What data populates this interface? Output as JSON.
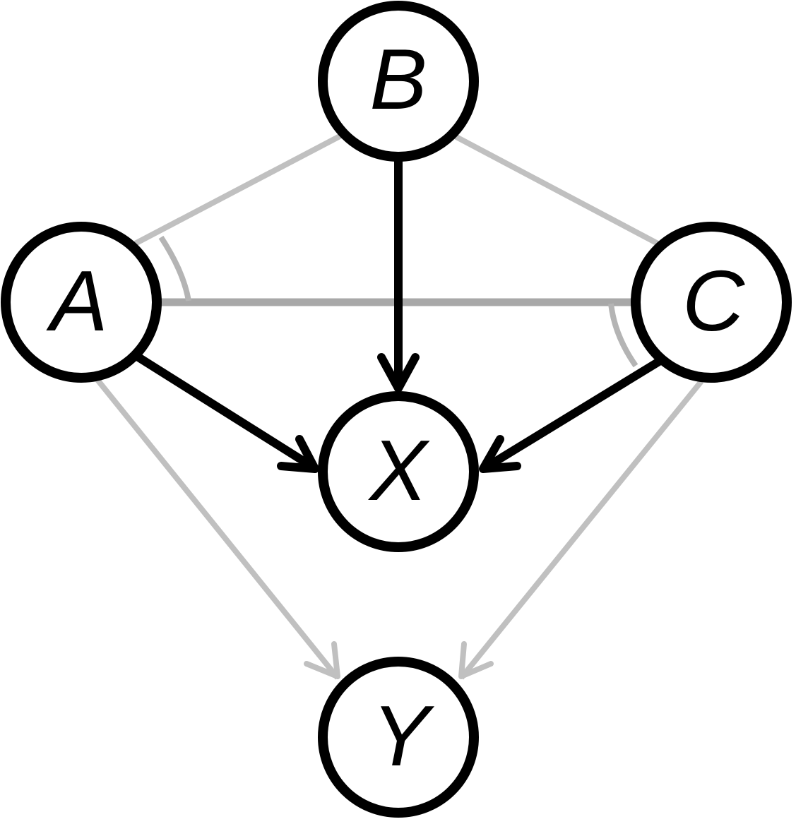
{
  "diagram": {
    "colors": {
      "node_stroke": "#000000",
      "directed_edge": "#000000",
      "faded_edge": "#c0c0c0",
      "undirected_edge": "#a8a8a8",
      "background": "#ffffff"
    },
    "nodes": [
      {
        "id": "B",
        "label": "B"
      },
      {
        "id": "A",
        "label": "A"
      },
      {
        "id": "C",
        "label": "C"
      },
      {
        "id": "X",
        "label": "X"
      },
      {
        "id": "Y",
        "label": "Y"
      }
    ],
    "edges": [
      {
        "from": "B",
        "to": "X",
        "style": "directed-black"
      },
      {
        "from": "A",
        "to": "X",
        "style": "directed-black"
      },
      {
        "from": "C",
        "to": "X",
        "style": "directed-black"
      },
      {
        "from": "A",
        "to": "Y",
        "style": "directed-gray"
      },
      {
        "from": "C",
        "to": "Y",
        "style": "directed-gray"
      },
      {
        "from": "A",
        "to": "B",
        "style": "undirected-gray"
      },
      {
        "from": "B",
        "to": "C",
        "style": "undirected-gray"
      },
      {
        "from": "A",
        "to": "C",
        "style": "undirected-gray"
      }
    ]
  }
}
